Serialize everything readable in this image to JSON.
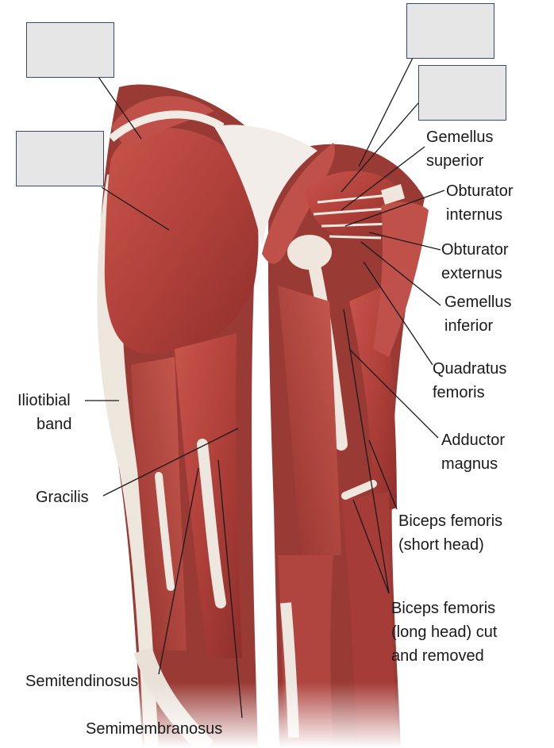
{
  "blanks": [
    {
      "id": "blank-1"
    },
    {
      "id": "blank-2"
    },
    {
      "id": "blank-3"
    },
    {
      "id": "blank-4"
    }
  ],
  "labels": {
    "gemellus_superior": [
      "Gemellus",
      "superior"
    ],
    "obturator_internus": [
      "Obturator",
      "internus"
    ],
    "obturator_externus": [
      "Obturator",
      "externus"
    ],
    "gemellus_inferior": [
      "Gemellus",
      "inferior"
    ],
    "quadratus_femoris": [
      "Quadratus",
      "femoris"
    ],
    "adductor_magnus": [
      "Adductor",
      "magnus"
    ],
    "biceps_short": [
      "Biceps femoris",
      "(short head)"
    ],
    "biceps_long": [
      "Biceps femoris",
      "(long head) cut",
      "and removed"
    ],
    "iliotibial": [
      "Iliotibial",
      "band"
    ],
    "gracilis": [
      "Gracilis"
    ],
    "semitendinosus": [
      "Semitendinosus"
    ],
    "semimembranosus": [
      "Semimembranosus"
    ]
  },
  "colors": {
    "muscle": "#b5453e",
    "muscle_dark": "#8a2c29",
    "tendon": "#f1ece6",
    "blank_fill": "#e6e6e6",
    "blank_border": "#3a4a6a"
  }
}
